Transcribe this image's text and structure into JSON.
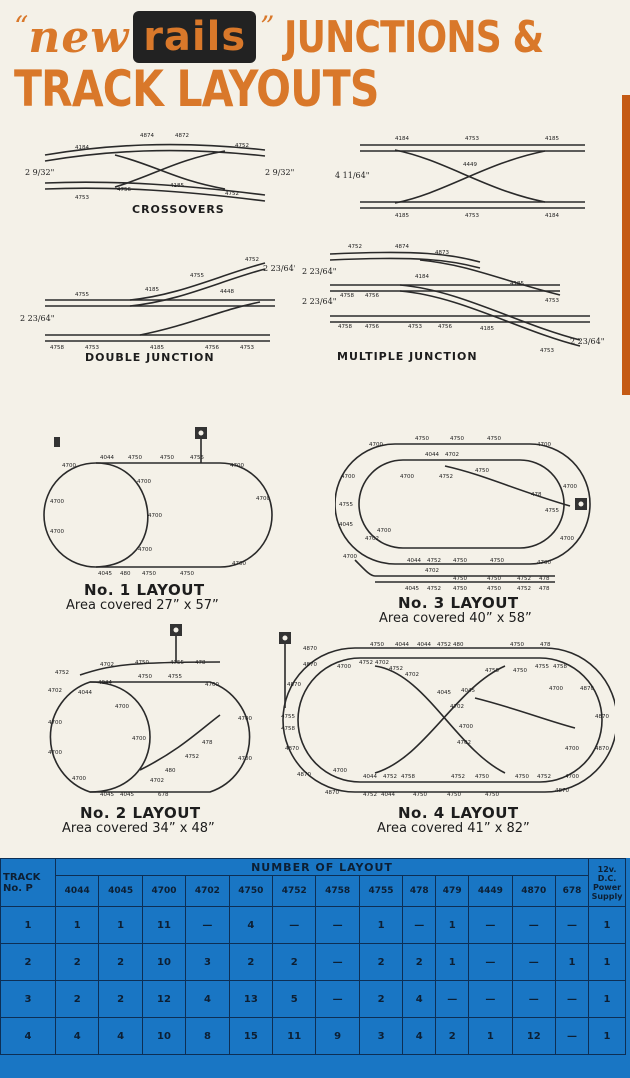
{
  "header": {
    "open_quote": "“",
    "word_new": "new",
    "word_rails": "rails",
    "close_quote": "”",
    "title_line1": "JUNCTIONS &",
    "title_line2": "TRACK LAYOUTS"
  },
  "diagrams": {
    "crossovers": {
      "caption": "CROSSOVERS",
      "labels": [
        "4184",
        "4874",
        "4872",
        "4752",
        "4753",
        "4756",
        "4185",
        "4752"
      ],
      "dim_left": "2 9/32\"",
      "dim_right": "2 9/32\""
    },
    "double_crossover": {
      "labels": [
        "4184",
        "4753",
        "4185",
        "4449",
        "4185",
        "4753",
        "4184"
      ],
      "dim_left": "4 11/64\""
    },
    "double_junction": {
      "caption": "DOUBLE JUNCTION",
      "labels": [
        "4752",
        "4755",
        "4185",
        "4755",
        "4448",
        "4758",
        "4753",
        "4185",
        "4756",
        "4753"
      ],
      "dim_left": "2 23/64\"",
      "dim_right": "2 23/64\""
    },
    "multiple_junction": {
      "caption": "MULTIPLE JUNCTION",
      "labels": [
        "4752",
        "4874",
        "4873",
        "4184",
        "4185",
        "4753",
        "4758",
        "4756",
        "4758",
        "4756",
        "4753",
        "4756",
        "4185",
        "4753"
      ],
      "dim_a": "2 23/64\"",
      "dim_b": "2 23/64\"",
      "dim_right": "2 23/64\""
    }
  },
  "layouts": {
    "l1": {
      "title": "No. 1 LAYOUT",
      "area": "Area covered 27” x 57”",
      "labels": [
        "4700",
        "4044",
        "4750",
        "4750",
        "4755",
        "4700",
        "4700",
        "4700",
        "4700",
        "4700",
        "4700",
        "4700",
        "4045",
        "480",
        "4750",
        "4750",
        "4700"
      ]
    },
    "l2": {
      "title": "No. 2 LAYOUT",
      "area": "Area covered 34” x 48”",
      "labels": [
        "4702",
        "4750",
        "4755",
        "478",
        "4752",
        "4044",
        "4750",
        "4755",
        "4700",
        "4702",
        "4044",
        "4700",
        "4700",
        "4700",
        "4700",
        "4700",
        "478",
        "4752",
        "480",
        "4702",
        "4700",
        "4700",
        "4045",
        "4045",
        "678"
      ]
    },
    "l3": {
      "title": "No. 3 LAYOUT",
      "area": "Area covered 40” x 58”",
      "labels": [
        "4700",
        "4750",
        "4750",
        "4750",
        "4700",
        "4044",
        "4702",
        "4700",
        "4700",
        "4752",
        "4750",
        "4700",
        "4755",
        "478",
        "4045",
        "4700",
        "4755",
        "4702",
        "4700",
        "4044",
        "4752",
        "4750",
        "4750",
        "4700",
        "4700",
        "4702",
        "4750",
        "4750",
        "4752",
        "478",
        "4045",
        "4752",
        "4750",
        "4750",
        "4752",
        "478"
      ]
    },
    "l4": {
      "title": "No. 4 LAYOUT",
      "area": "Area covered 41” x 82”",
      "labels": [
        "4870",
        "4750",
        "4044",
        "4044",
        "4752",
        "480",
        "4750",
        "478",
        "4870",
        "4700",
        "4752",
        "4702",
        "4752",
        "4702",
        "4750",
        "4750",
        "4755",
        "4758",
        "4870",
        "4870",
        "4700",
        "4045",
        "4045",
        "4702",
        "4700",
        "4870",
        "4755",
        "4758",
        "4700",
        "4702",
        "4870",
        "4870",
        "4700",
        "4044",
        "4752",
        "4758",
        "4752",
        "4750",
        "4750",
        "4752",
        "4700",
        "4870",
        "4870",
        "4752",
        "4044",
        "4750",
        "4750",
        "4750",
        "4870"
      ]
    }
  },
  "table": {
    "group_header": "NUMBER OF LAYOUT",
    "corner_label": "TRACK No. P",
    "columns": [
      "4044",
      "4045",
      "4700",
      "4702",
      "4750",
      "4752",
      "4758",
      "4755",
      "478",
      "479",
      "4449",
      "4870",
      "678",
      "12v. D.C. Power Supply"
    ],
    "rows": [
      {
        "layout": "1",
        "cells": [
          "1",
          "1",
          "11",
          "—",
          "4",
          "—",
          "—",
          "1",
          "—",
          "1",
          "—",
          "—",
          "—",
          "1"
        ]
      },
      {
        "layout": "2",
        "cells": [
          "2",
          "2",
          "10",
          "3",
          "2",
          "2",
          "—",
          "2",
          "2",
          "1",
          "—",
          "—",
          "1",
          "1"
        ]
      },
      {
        "layout": "3",
        "cells": [
          "2",
          "2",
          "12",
          "4",
          "13",
          "5",
          "—",
          "2",
          "4",
          "—",
          "—",
          "—",
          "—",
          "1"
        ]
      },
      {
        "layout": "4",
        "cells": [
          "4",
          "4",
          "10",
          "8",
          "15",
          "11",
          "9",
          "3",
          "4",
          "2",
          "1",
          "12",
          "—",
          "1"
        ]
      }
    ]
  },
  "colors": {
    "accent": "#d9782a",
    "table_bg": "#1976c4",
    "ink": "#1d1d1d",
    "paper": "#f4f1e8"
  }
}
